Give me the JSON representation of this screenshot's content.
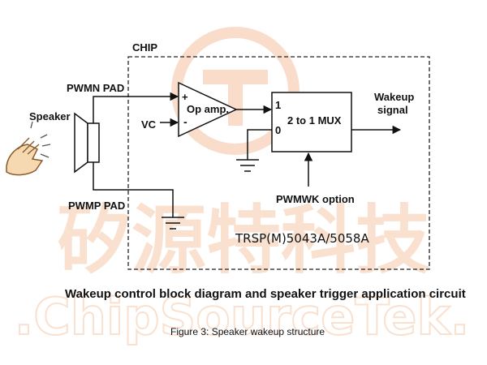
{
  "diagram": {
    "chip_label": "CHIP",
    "pwmn_pad": "PWMN PAD",
    "pwmp_pad": "PWMP PAD",
    "speaker": "Speaker",
    "vc": "VC",
    "opamp_plus": "+",
    "opamp_minus": "-",
    "opamp_label": "Op amp.",
    "mux_in1": "1",
    "mux_in0": "0",
    "mux_label": "2 to 1 MUX",
    "wakeup_line1": "Wakeup",
    "wakeup_line2": "signal",
    "pwmwk": "PWMWK option",
    "part_number": "TRSP(M)5043A/5058A"
  },
  "caption": {
    "main": "Wakeup control block diagram and speaker trigger application circuit",
    "figure": "Figure 3: Speaker wakeup structure"
  },
  "watermark": {
    "cn": "矽源特科技",
    "en": ".ChipSourceTek.",
    "color": "#f5c8a8"
  }
}
